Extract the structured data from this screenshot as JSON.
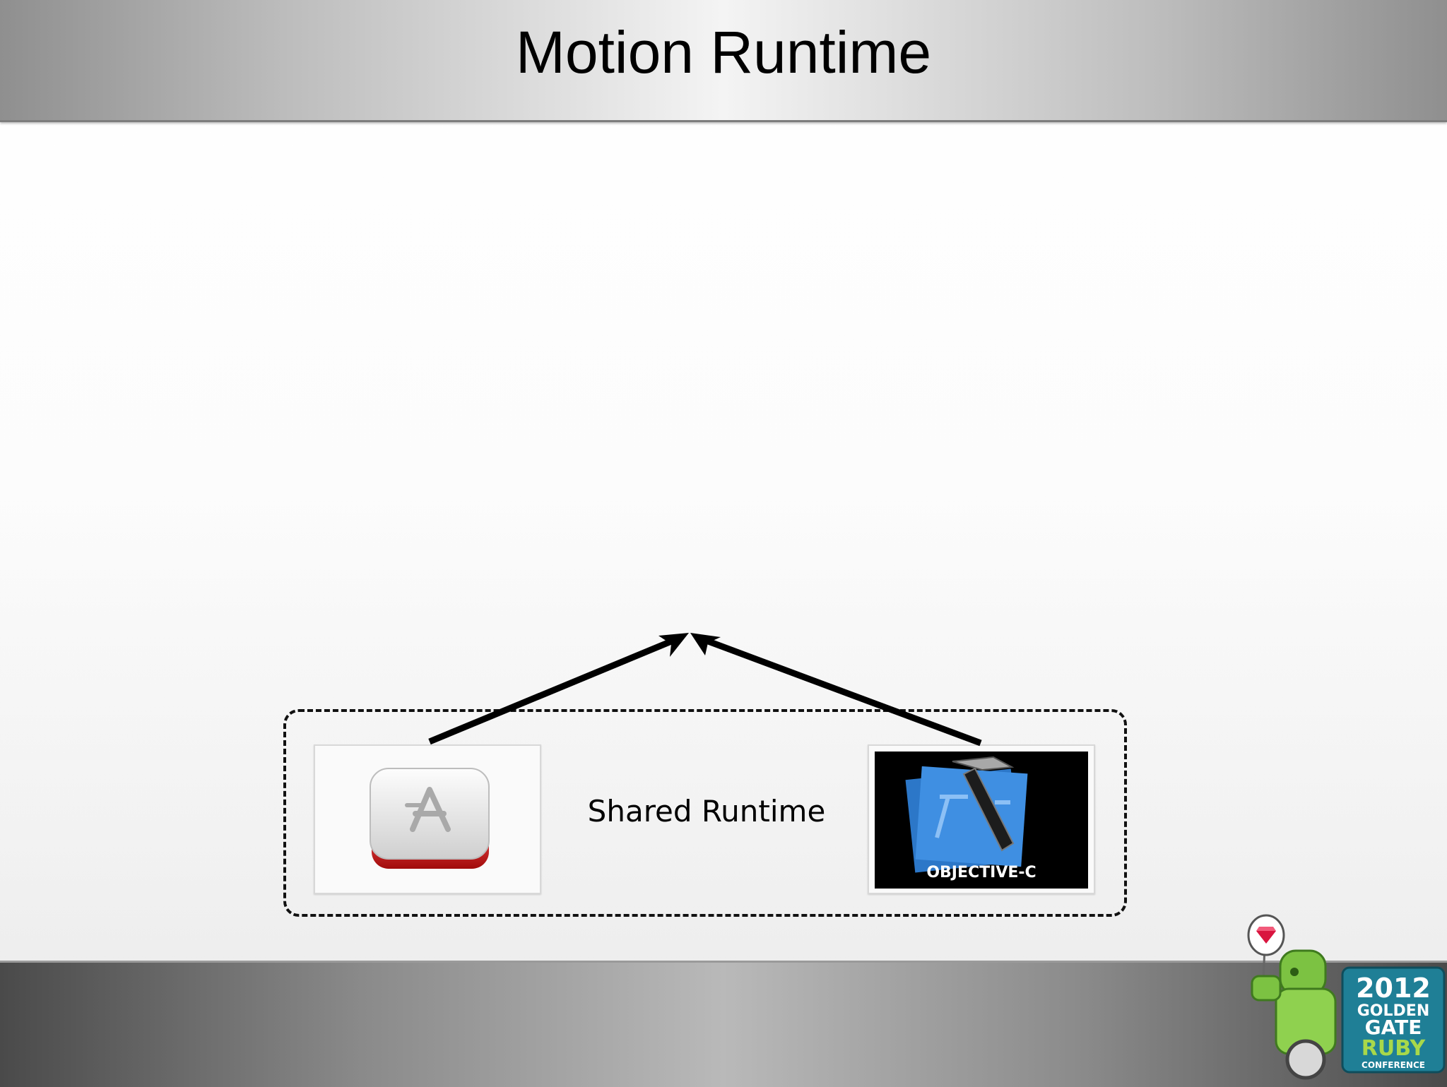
{
  "slide": {
    "title": "Motion Runtime",
    "group_label": "Shared Runtime"
  },
  "left_icon": {
    "name": "app-store-icon",
    "glyph": "A",
    "accent": "#d01a1a"
  },
  "right_icon": {
    "name": "xcode-hammer-icon",
    "caption": "OBJECTIVE-C",
    "accent": "#3a8fe0"
  },
  "logo": {
    "line1": "2012",
    "line2": "GOLDEN",
    "line3": "GATE",
    "line4": "RUBY",
    "line5": "CONFERENCE",
    "colors": {
      "panel": "#1f7f96",
      "robot": "#7cc242",
      "ruby_line": "#a8d84a"
    }
  }
}
